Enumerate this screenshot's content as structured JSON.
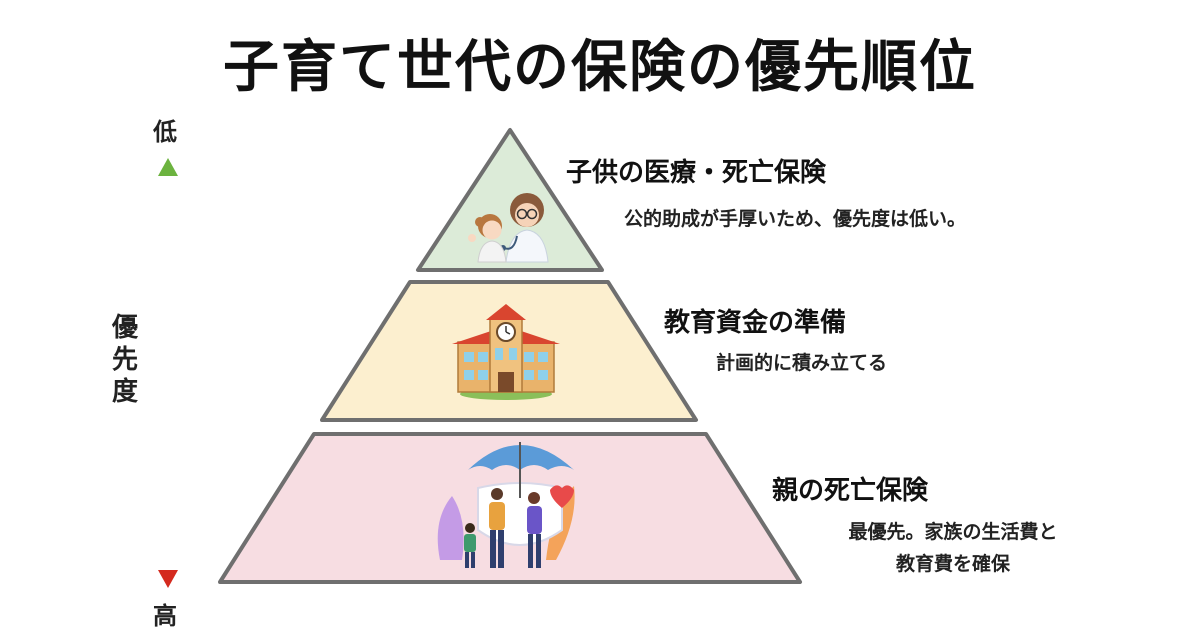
{
  "title": "子育て世代の保険の優先順位",
  "axis": {
    "low_label": "低",
    "high_label": "高",
    "name": "優先度",
    "colors": {
      "top": "#6cb33f",
      "middle": "#2e5a2a",
      "bottom": "#d42a1e"
    }
  },
  "tiers": [
    {
      "title": "子供の医療・死亡保険",
      "description": "公的助成が手厚いため、優先度は低い。",
      "fill": "#dcebd8",
      "icon": "doctor-with-child-illustration"
    },
    {
      "title": "教育資金の準備",
      "description": "計画的に積み立てる",
      "fill": "#fcefcf",
      "icon": "school-building-illustration"
    },
    {
      "title": "親の死亡保険",
      "description_lines": [
        "最優先。家族の生活費と",
        "教育費を確保"
      ],
      "fill": "#f7dde2",
      "icon": "family-under-umbrella-illustration"
    }
  ],
  "outline_color": "#6f6f6f"
}
